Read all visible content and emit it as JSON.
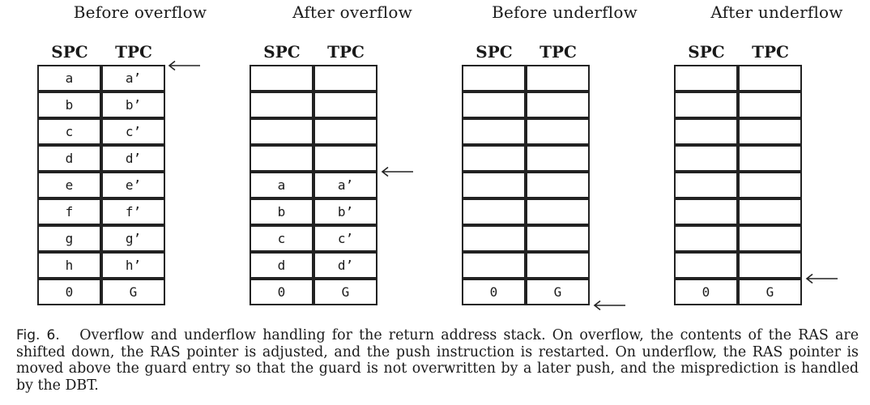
{
  "columns": {
    "spc": "SPC",
    "tpc": "TPC"
  },
  "panels": [
    {
      "title": "Before overflow",
      "rows": [
        [
          "a",
          "a’"
        ],
        [
          "b",
          "b’"
        ],
        [
          "c",
          "c’"
        ],
        [
          "d",
          "d’"
        ],
        [
          "e",
          "e’"
        ],
        [
          "f",
          "f’"
        ],
        [
          "g",
          "g’"
        ],
        [
          "h",
          "h’"
        ],
        [
          "0",
          "G"
        ]
      ]
    },
    {
      "title": "After overflow",
      "rows": [
        [
          "",
          ""
        ],
        [
          "",
          ""
        ],
        [
          "",
          ""
        ],
        [
          "",
          ""
        ],
        [
          "a",
          "a’"
        ],
        [
          "b",
          "b’"
        ],
        [
          "c",
          "c’"
        ],
        [
          "d",
          "d’"
        ],
        [
          "0",
          "G"
        ]
      ]
    },
    {
      "title": "Before underflow",
      "rows": [
        [
          "",
          ""
        ],
        [
          "",
          ""
        ],
        [
          "",
          ""
        ],
        [
          "",
          ""
        ],
        [
          "",
          ""
        ],
        [
          "",
          ""
        ],
        [
          "",
          ""
        ],
        [
          "",
          ""
        ],
        [
          "0",
          "G"
        ]
      ]
    },
    {
      "title": "After underflow",
      "rows": [
        [
          "",
          ""
        ],
        [
          "",
          ""
        ],
        [
          "",
          ""
        ],
        [
          "",
          ""
        ],
        [
          "",
          ""
        ],
        [
          "",
          ""
        ],
        [
          "",
          ""
        ],
        [
          "",
          ""
        ],
        [
          "0",
          "G"
        ]
      ]
    }
  ],
  "caption": {
    "label": "Fig. 6.",
    "text": "Overflow and underflow handling for the return address stack. On overflow, the contents of the RAS are shifted down, the RAS pointer is adjusted, and the push instruction is restarted. On underflow, the RAS pointer is moved above the guard entry so that the guard is not overwritten by a later push, and the misprediction is handled by the DBT."
  }
}
